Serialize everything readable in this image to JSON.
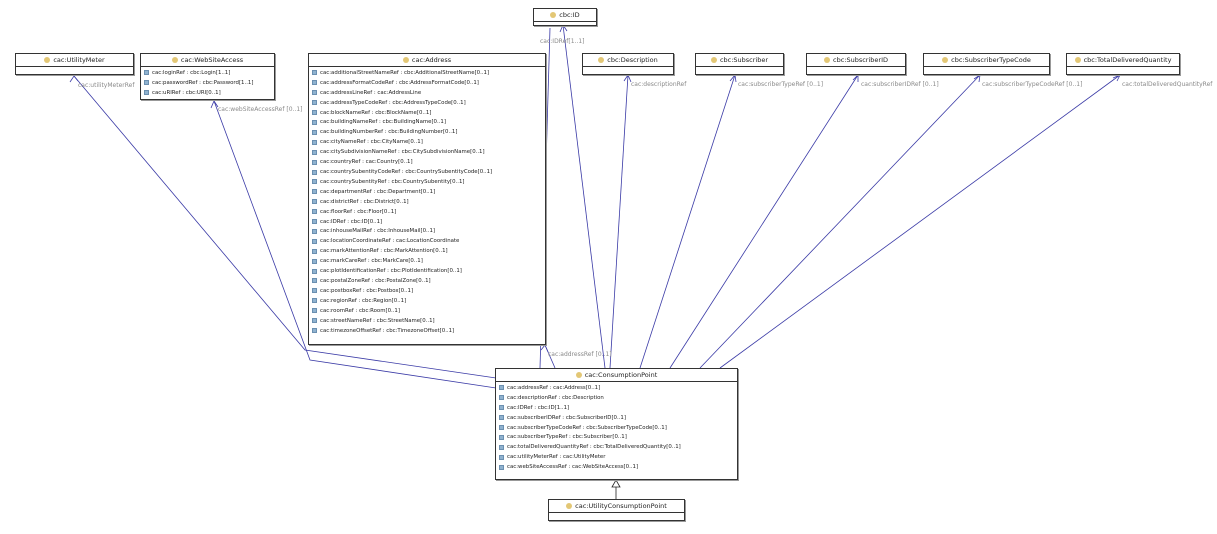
{
  "classes": {
    "id": {
      "name": "cbc:ID"
    },
    "utility_meter": {
      "name": "cac:UtilityMeter"
    },
    "website_access": {
      "name": "cac:WebSiteAccess",
      "attributes": [
        "cac:loginRef : cbc:Login[1..1]",
        "cac:passwordRef : cbc:Password[1..1]",
        "cac:uRIRef : cbc:URI[0..1]"
      ]
    },
    "address": {
      "name": "cac:Address",
      "attributes": [
        "cac:additionalStreetNameRef : cbc:AdditionalStreetName[0..1]",
        "cac:addressFormatCodeRef : cbc:AddressFormatCode[0..1]",
        "cac:addressLineRef : cac:AddressLine",
        "cac:addressTypeCodeRef : cbc:AddressTypeCode[0..1]",
        "cac:blockNameRef : cbc:BlockName[0..1]",
        "cac:buildingNameRef : cbc:BuildingName[0..1]",
        "cac:buildingNumberRef : cbc:BuildingNumber[0..1]",
        "cac:cityNameRef : cbc:CityName[0..1]",
        "cac:citySubdivisionNameRef : cbc:CitySubdivisionName[0..1]",
        "cac:countryRef : cac:Country[0..1]",
        "cac:countrySubentityCodeRef : cbc:CountrySubentityCode[0..1]",
        "cac:countrySubentityRef : cbc:CountrySubentity[0..1]",
        "cac:departmentRef : cbc:Department[0..1]",
        "cac:districtRef : cbc:District[0..1]",
        "cac:floorRef : cbc:Floor[0..1]",
        "cac:IDRef : cbc:ID[0..1]",
        "cac:inhouseMailRef : cbc:InhouseMail[0..1]",
        "cac:locationCoordinateRef : cac:LocationCoordinate",
        "cac:markAttentionRef : cbc:MarkAttention[0..1]",
        "cac:markCareRef : cbc:MarkCare[0..1]",
        "cac:plotIdentificationRef : cbc:PlotIdentification[0..1]",
        "cac:postalZoneRef : cbc:PostalZone[0..1]",
        "cac:postboxRef : cbc:Postbox[0..1]",
        "cac:regionRef : cbc:Region[0..1]",
        "cac:roomRef : cbc:Room[0..1]",
        "cac:streetNameRef : cbc:StreetName[0..1]",
        "cac:timezoneOffsetRef : cbc:TimezoneOffset[0..1]"
      ]
    },
    "description": {
      "name": "cbc:Description"
    },
    "subscriber": {
      "name": "cbc:Subscriber"
    },
    "subscriber_id": {
      "name": "cbc:SubscriberID"
    },
    "subscriber_type_code": {
      "name": "cbc:SubscriberTypeCode"
    },
    "total_delivered_quantity": {
      "name": "cbc:TotalDeliveredQuantity"
    },
    "consumption_point": {
      "name": "cac:ConsumptionPoint",
      "attributes": [
        "cac:addressRef : cac:Address[0..1]",
        "cac:descriptionRef : cbc:Description",
        "cac:IDRef : cbc:ID[1..1]",
        "cac:subscriberIDRef : cbc:SubscriberID[0..1]",
        "cac:subscriberTypeCodeRef : cbc:SubscriberTypeCode[0..1]",
        "cac:subscriberTypeRef : cbc:Subscriber[0..1]",
        "cac:totalDeliveredQuantityRef : cbc:TotalDeliveredQuantity[0..1]",
        "cac:utilityMeterRef : cac:UtilityMeter",
        "cac:webSiteAccessRef : cac:WebSiteAccess[0..1]"
      ]
    },
    "utility_consumption_point": {
      "name": "cac:UtilityConsumptionPoint"
    }
  },
  "edge_labels": {
    "id_ref": "cac:IDRef[1..1]",
    "utility_meter_ref": "cac:utilityMeterRef",
    "website_access_ref": "cac:webSiteAccessRef [0..1]",
    "description_ref": "cac:descriptionRef",
    "subscriber_type_ref": "cac:subscriberTypeRef [0..1]",
    "subscriber_id_ref": "cac:subscriberIDRef [0..1]",
    "subscriber_type_code_ref": "cac:subscriberTypeCodeRef [0..1]",
    "total_delivered_quantity_ref": "cac:totalDeliveredQuantityRef",
    "address_ref": "cac:addressRef [0..1]"
  },
  "colors": {
    "association_line": "#3a3aa6",
    "class_icon": "#e3c775",
    "attribute_icon": "#8fb2cf",
    "label_text": "#8a8a8a"
  }
}
